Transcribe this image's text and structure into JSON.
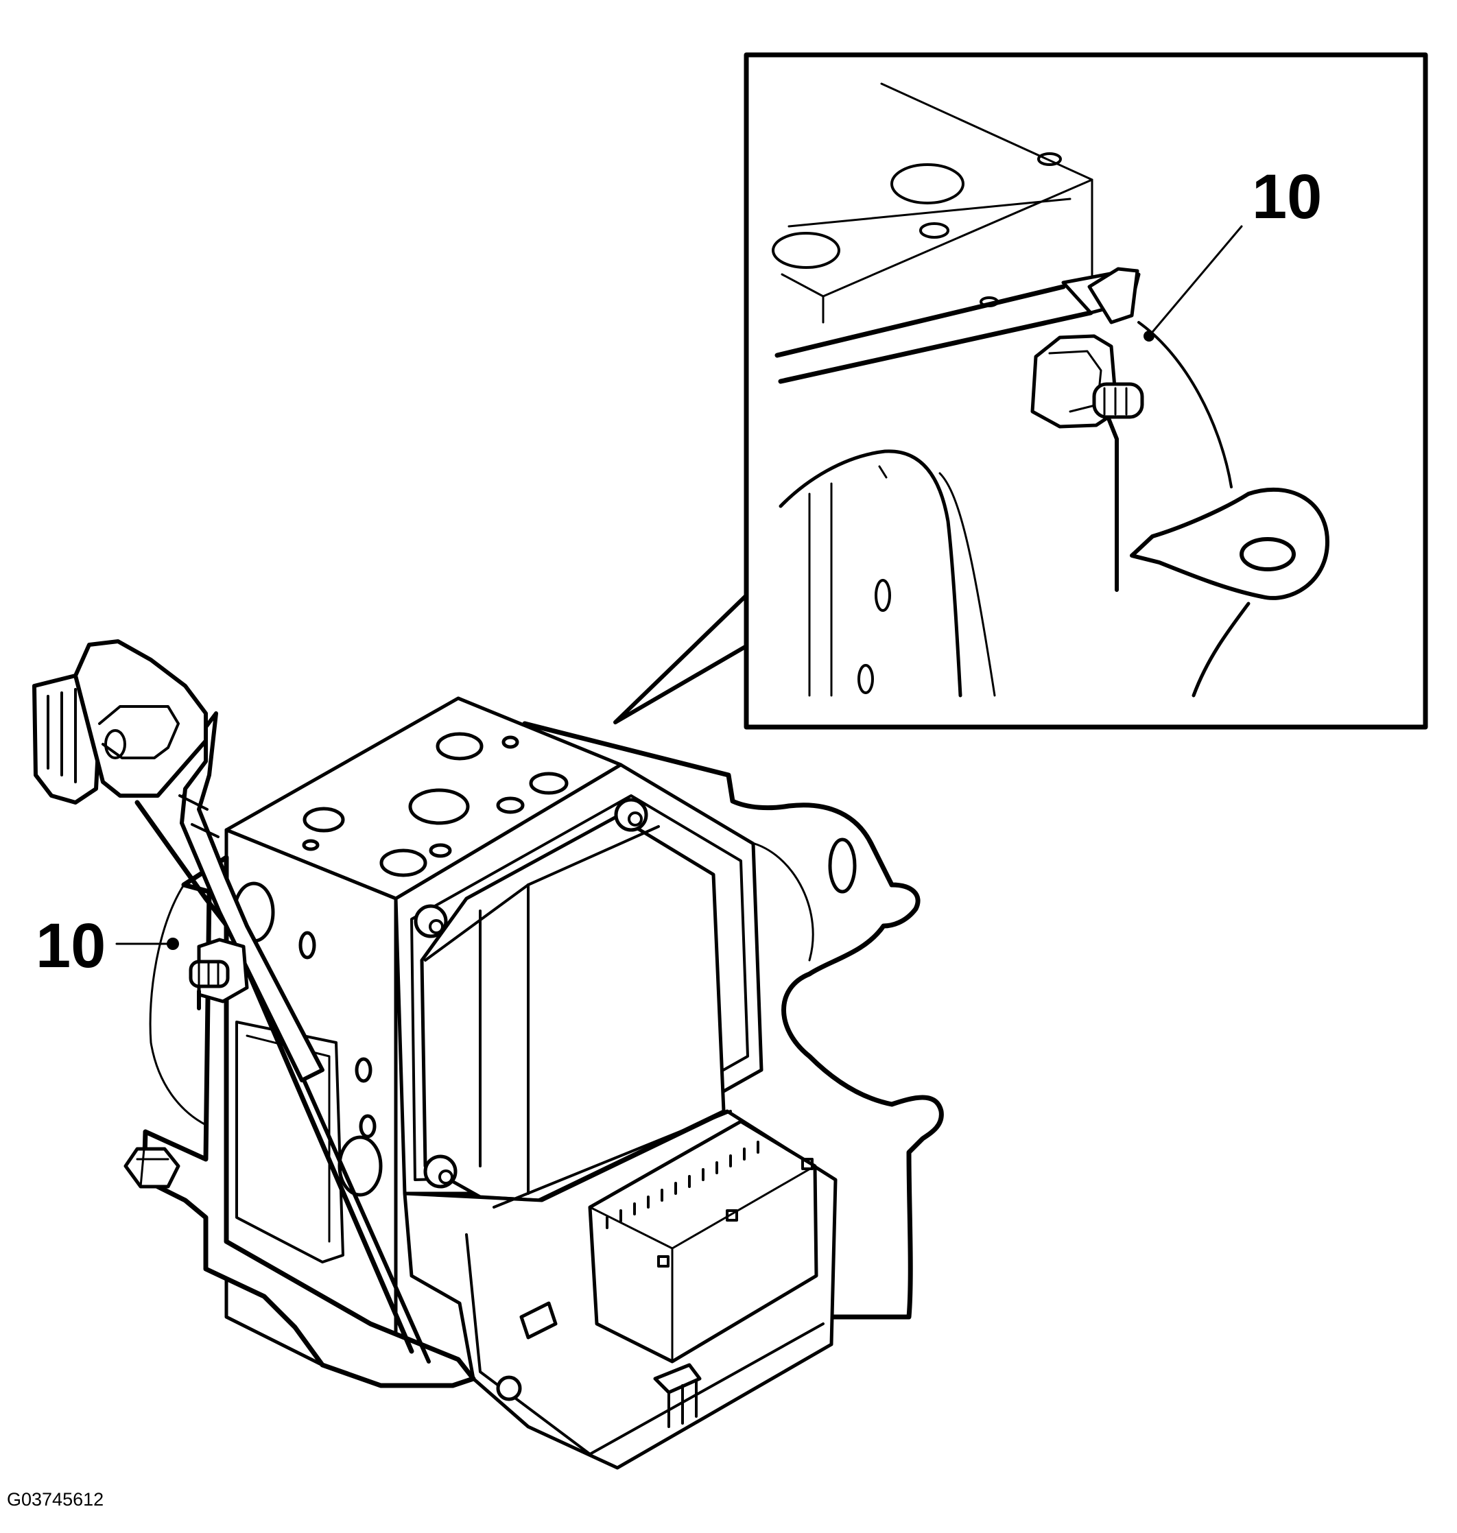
{
  "callouts": {
    "main": "10",
    "detail": "10"
  },
  "figure_id": "G03745612",
  "colors": {
    "line": "#000000",
    "background": "#ffffff"
  }
}
